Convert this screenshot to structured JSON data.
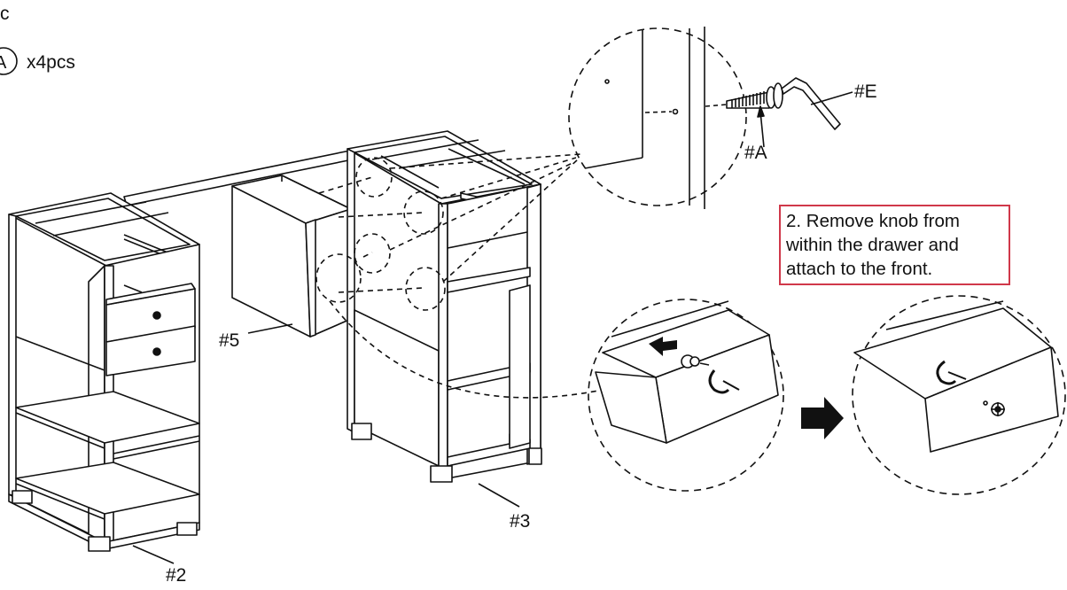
{
  "header": {
    "letter": "c",
    "part_letter": "A",
    "quantity": "x4pcs"
  },
  "labels": {
    "part_2": "#2",
    "part_3": "#3",
    "part_5": "#5",
    "part_a": "#A",
    "part_e": "#E"
  },
  "note": {
    "lines": [
      "2. Remove knob from",
      "within the drawer and",
      "attach to the front."
    ],
    "border_color": "#d0384a"
  },
  "colors": {
    "line": "#111111",
    "background": "#ffffff"
  },
  "icons": [
    "arrow-right-icon",
    "arrow-left-icon",
    "rotate-icon",
    "knob-icon",
    "screw-icon",
    "allen-key-icon"
  ]
}
